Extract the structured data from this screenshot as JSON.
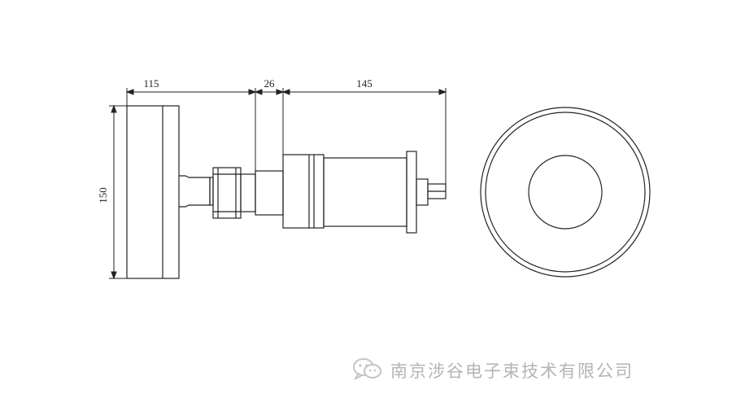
{
  "dimensions": {
    "width_flange": "115",
    "width_neck": "26",
    "width_body": "145",
    "height": "150"
  },
  "watermark": {
    "icon": "wechat-icon",
    "text": "南京涉谷电子束技术有限公司"
  },
  "colors": {
    "line": "#222222",
    "watermark": "#b4b4b4"
  }
}
